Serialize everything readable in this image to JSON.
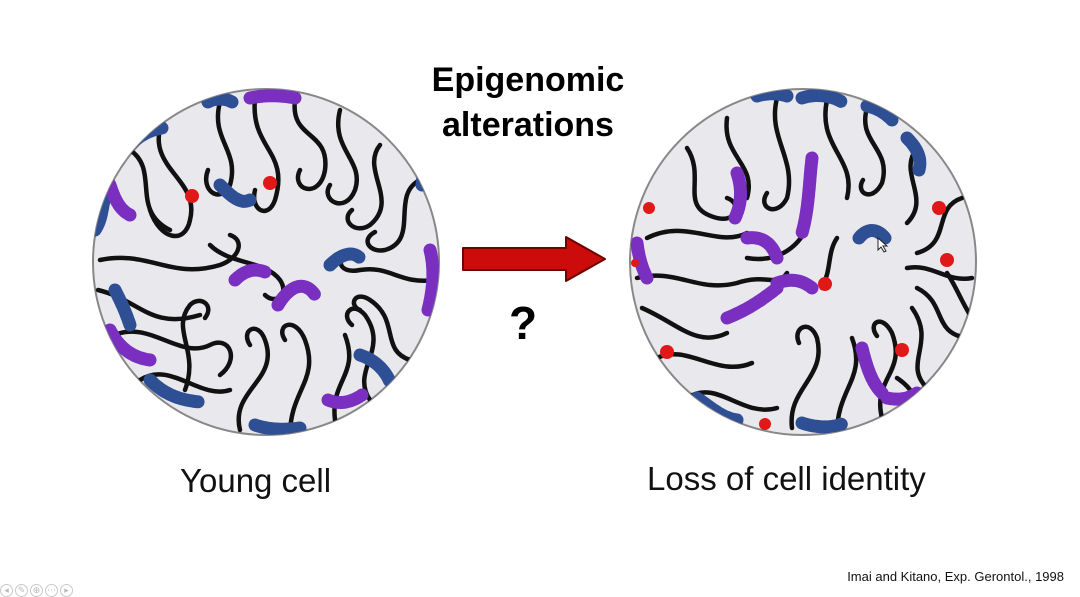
{
  "title": {
    "line1": "Epigenomic",
    "line2": "alterations"
  },
  "question_mark": "?",
  "labels": {
    "young": "Young cell",
    "old": "Loss of cell identity"
  },
  "citation": "Imai and Kitano, Exp. Gerontol., 1998",
  "colors": {
    "cell_fill": "#e9e9ed",
    "cell_border": "#888888",
    "chromatin": "#111111",
    "blue_domain": "#2f4f95",
    "purple_domain": "#7a2fc0",
    "red_marker": "#e01818",
    "arrow_fill": "#cc0b0b",
    "arrow_stroke": "#6e0000"
  },
  "nav_icons": [
    "back-arrow-icon",
    "pen-icon",
    "zoom-icon",
    "more-icon",
    "forward-arrow-icon"
  ]
}
